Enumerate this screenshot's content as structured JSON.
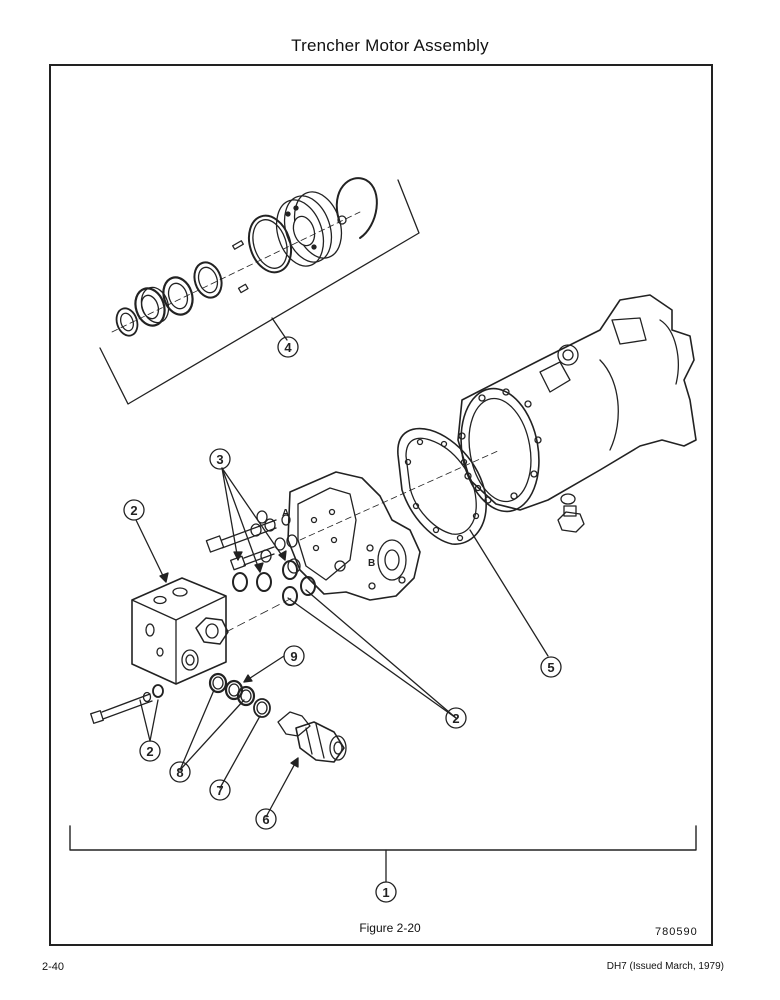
{
  "page_title": "Trencher Motor Assembly",
  "figure_caption": "Figure 2-20",
  "drawing_number": "780590",
  "page_number": "2-40",
  "document_ref": "DH7 (Issued March, 1979)",
  "port_labels": {
    "a": "A",
    "b": "B"
  },
  "callouts": {
    "item_1": "1",
    "item_2_block": "2",
    "item_2_bolt": "2",
    "item_2_orings": "2",
    "item_3": "3",
    "item_4": "4",
    "item_5": "5",
    "item_6": "6",
    "item_7": "7",
    "item_8": "8",
    "item_9": "9"
  }
}
